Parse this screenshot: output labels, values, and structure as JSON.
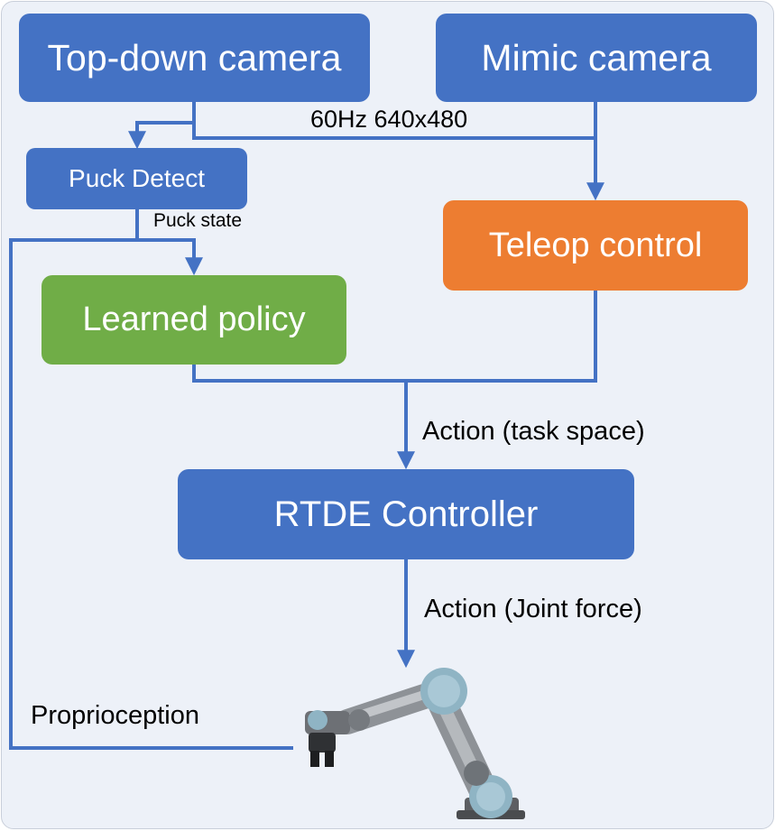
{
  "nodes": {
    "topdown_camera": "Top-down camera",
    "mimic_camera": "Mimic camera",
    "puck_detect": "Puck Detect",
    "teleop_control": "Teleop control",
    "learned_policy": "Learned policy",
    "rtde_controller": "RTDE Controller"
  },
  "edges": {
    "camera_stream": "60Hz 640x480",
    "puck_state": "Puck state",
    "action_task_space": "Action (task space)",
    "action_joint_force": "Action (Joint force)",
    "proprioception": "Proprioception"
  },
  "colors": {
    "process": "#4472c4",
    "teleop": "#ed7d31",
    "policy": "#70ad47",
    "wire": "#4472c4",
    "background": "#edf1f8"
  },
  "robot": {
    "icon": "robot-arm-icon"
  }
}
